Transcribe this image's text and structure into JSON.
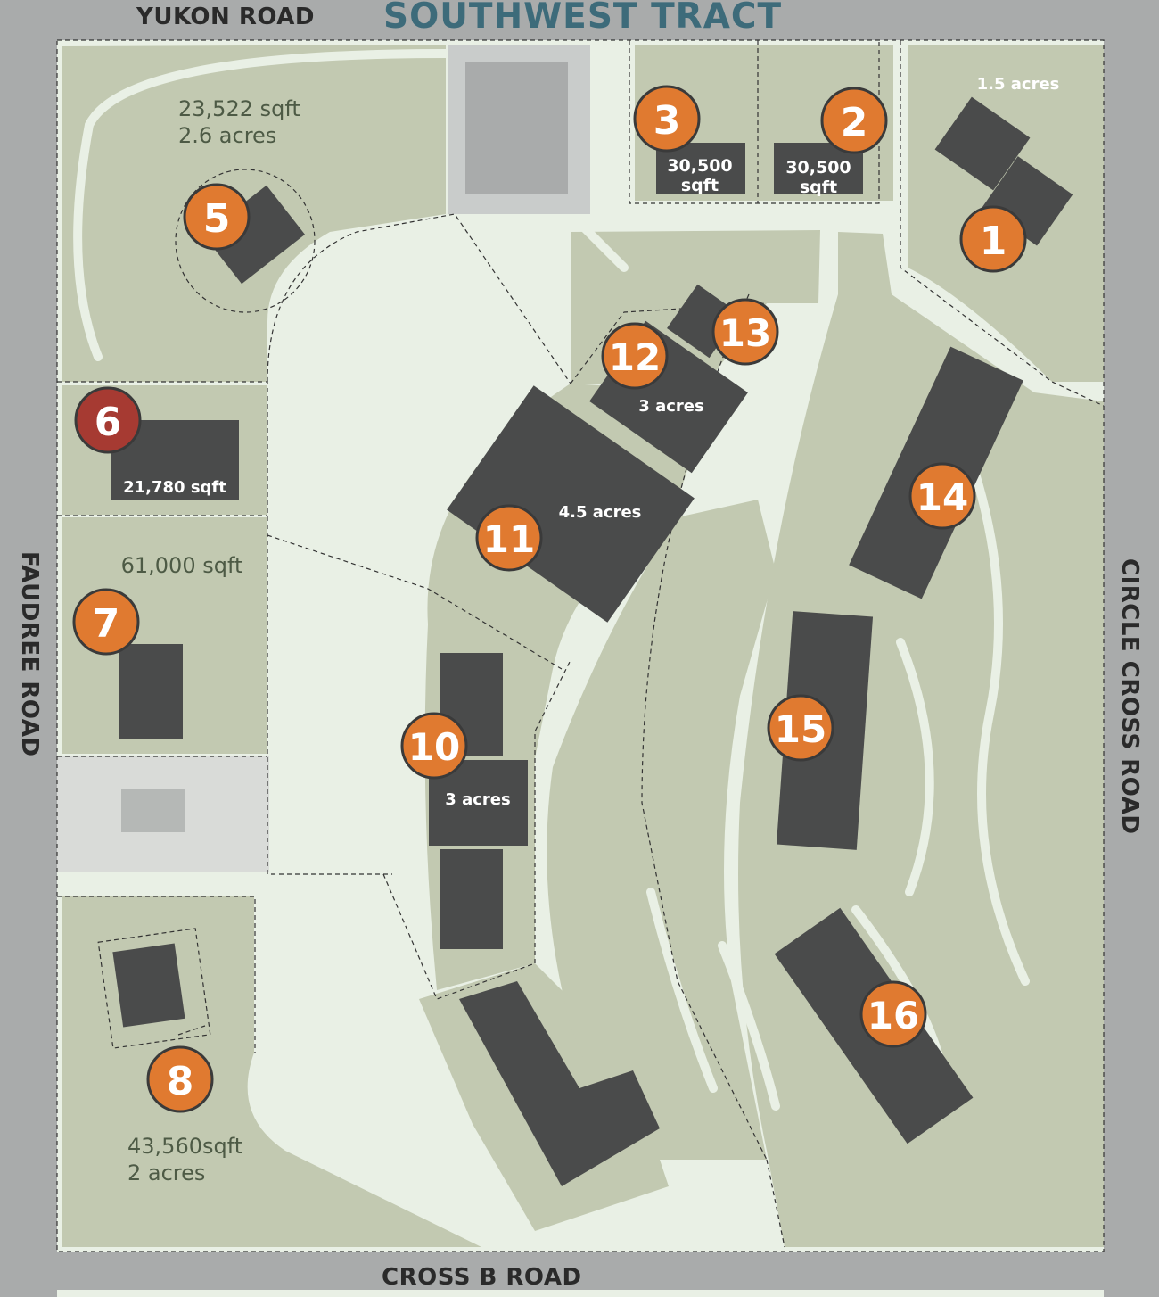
{
  "title": "SOUTHWEST TRACT",
  "roads": {
    "north": "YUKON ROAD",
    "west": "FAUDREE ROAD",
    "east": "CIRCLE CROSS ROAD",
    "south": "CROSS B ROAD"
  },
  "colors": {
    "background_road": "#a9abab",
    "lot": "#e9f0e5",
    "landscape": "#c2c9b1",
    "building": "#4a4b4b",
    "parking": "#b5b8b6",
    "marker_available": "#e07a30",
    "marker_highlight": "#a63a32",
    "title": "#3d6b7a"
  },
  "lots": [
    {
      "id": "1",
      "text1": "1.5 acres",
      "text2": ""
    },
    {
      "id": "2",
      "text1": "30,500",
      "text2": "sqft"
    },
    {
      "id": "3",
      "text1": "30,500",
      "text2": "sqft"
    },
    {
      "id": "5",
      "text1": "23,522 sqft",
      "text2": "2.6 acres"
    },
    {
      "id": "6",
      "text1": "21,780 sqft",
      "text2": ""
    },
    {
      "id": "7",
      "text1": "61,000 sqft",
      "text2": ""
    },
    {
      "id": "8",
      "text1": "43,560sqft",
      "text2": "2 acres"
    },
    {
      "id": "10",
      "text1": "3 acres",
      "text2": ""
    },
    {
      "id": "11",
      "text1": "4.5 acres",
      "text2": ""
    },
    {
      "id": "12",
      "text1": "3 acres",
      "text2": ""
    },
    {
      "id": "13",
      "text1": "",
      "text2": ""
    },
    {
      "id": "14",
      "text1": "",
      "text2": ""
    },
    {
      "id": "15",
      "text1": "",
      "text2": ""
    },
    {
      "id": "16",
      "text1": "",
      "text2": ""
    }
  ]
}
